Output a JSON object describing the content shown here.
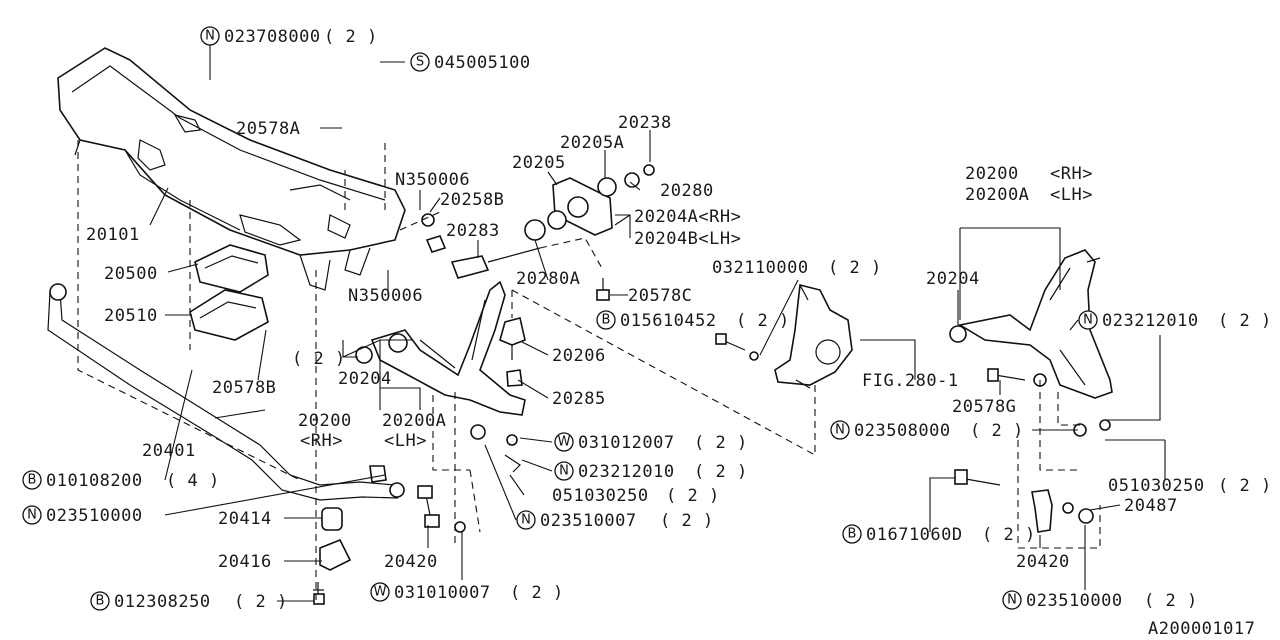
{
  "diagram_id": "A200001017",
  "parts": {
    "p_n023708000": {
      "prefix": "N",
      "code": "023708000",
      "qty": "( 2 )"
    },
    "p_s045005100": {
      "prefix": "S",
      "code": "045005100",
      "qty": ""
    },
    "p_20578A": {
      "code": "20578A"
    },
    "p_20101": {
      "code": "20101"
    },
    "p_n350006_top": {
      "code": "N350006"
    },
    "p_20258B": {
      "code": "20258B"
    },
    "p_20283": {
      "code": "20283"
    },
    "p_20500": {
      "code": "20500"
    },
    "p_20510": {
      "code": "20510"
    },
    "p_n350006_bot": {
      "code": "N350006"
    },
    "p_20578B": {
      "code": "20578B"
    },
    "p_qty2_bushing": {
      "code": "( 2 )"
    },
    "p_20204_left": {
      "code": "20204"
    },
    "p_20200_left": {
      "code": "20200"
    },
    "p_20200A_left": {
      "code": "20200A"
    },
    "p_rh_left": {
      "code": "<RH>"
    },
    "p_lh_left": {
      "code": "<LH>"
    },
    "p_20401": {
      "code": "20401"
    },
    "p_b010108200": {
      "prefix": "B",
      "code": "010108200",
      "qty": "( 4 )"
    },
    "p_n023510000_left": {
      "prefix": "N",
      "code": "023510000",
      "qty": ""
    },
    "p_20414": {
      "code": "20414"
    },
    "p_20416": {
      "code": "20416"
    },
    "p_b012308250": {
      "prefix": "B",
      "code": "012308250",
      "qty": "( 2 )"
    },
    "p_20420_left": {
      "code": "20420"
    },
    "p_w031010007": {
      "prefix": "W",
      "code": "031010007",
      "qty": "( 2 )"
    },
    "p_n023510007": {
      "prefix": "N",
      "code": "023510007",
      "qty": "( 2 )"
    },
    "p_051030250_left": {
      "code": "051030250",
      "qty": "( 2 )"
    },
    "p_n023212010_left": {
      "prefix": "N",
      "code": "023212010",
      "qty": "( 2 )"
    },
    "p_w031012007": {
      "prefix": "W",
      "code": "031012007",
      "qty": "( 2 )"
    },
    "p_20285": {
      "code": "20285"
    },
    "p_20206": {
      "code": "20206"
    },
    "p_20280A": {
      "code": "20280A"
    },
    "p_20205": {
      "code": "20205"
    },
    "p_20205A": {
      "code": "20205A"
    },
    "p_20238": {
      "code": "20238"
    },
    "p_20280": {
      "code": "20280"
    },
    "p_20204A": {
      "code": "20204A<RH>"
    },
    "p_20204B": {
      "code": "20204B<LH>"
    },
    "p_20578C": {
      "code": "20578C"
    },
    "p_b015610452": {
      "prefix": "B",
      "code": "015610452",
      "qty": "( 2 )"
    },
    "p_032110000": {
      "code": "032110000",
      "qty": "( 2 )"
    },
    "p_fig280": {
      "code": "FIG.280-1"
    },
    "p_20200_right": {
      "code": "20200",
      "side": "<RH>"
    },
    "p_20200A_right": {
      "code": "20200A",
      "side": "<LH>"
    },
    "p_20204_right": {
      "code": "20204"
    },
    "p_n023212010_right": {
      "prefix": "N",
      "code": "023212010",
      "qty": "( 2 )"
    },
    "p_20578G": {
      "code": "20578G"
    },
    "p_n023508000": {
      "prefix": "N",
      "code": "023508000",
      "qty": "( 2 )"
    },
    "p_051030250_right": {
      "code": "051030250",
      "qty": "( 2 )"
    },
    "p_20487": {
      "code": "20487"
    },
    "p_b01671060D": {
      "prefix": "B",
      "code": "01671060D",
      "qty": "( 2 )"
    },
    "p_20420_right": {
      "code": "20420"
    },
    "p_n023510000_right": {
      "prefix": "N",
      "code": "023510000",
      "qty": "( 2 )"
    }
  }
}
